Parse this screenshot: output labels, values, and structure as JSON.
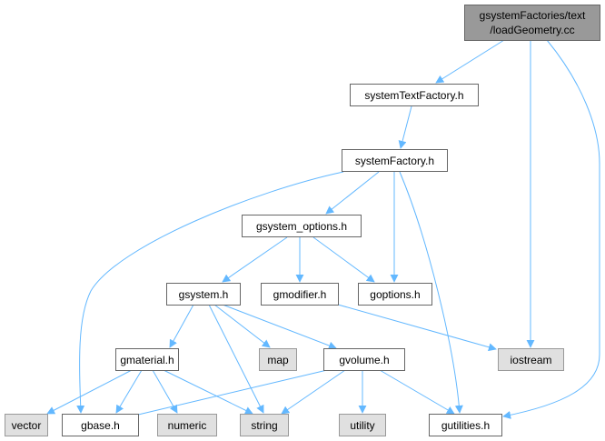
{
  "graph": {
    "root": {
      "line1": "gsystemFactories/text",
      "line2": "/loadGeometry.cc"
    },
    "nodes": {
      "systemTextFactory": "systemTextFactory.h",
      "systemFactory": "systemFactory.h",
      "gsystem_options": "gsystem_options.h",
      "gsystem": "gsystem.h",
      "gmodifier": "gmodifier.h",
      "goptions": "goptions.h",
      "gmaterial": "gmaterial.h",
      "map": "map",
      "gvolume": "gvolume.h",
      "iostream": "iostream",
      "vector": "vector",
      "gbase": "gbase.h",
      "numeric": "numeric",
      "string": "string",
      "utility": "utility",
      "gutilities": "gutilities.h"
    },
    "colors": {
      "edge": "#63b8ff",
      "root_fill": "#999999",
      "external_fill": "#e0e0e0"
    }
  }
}
